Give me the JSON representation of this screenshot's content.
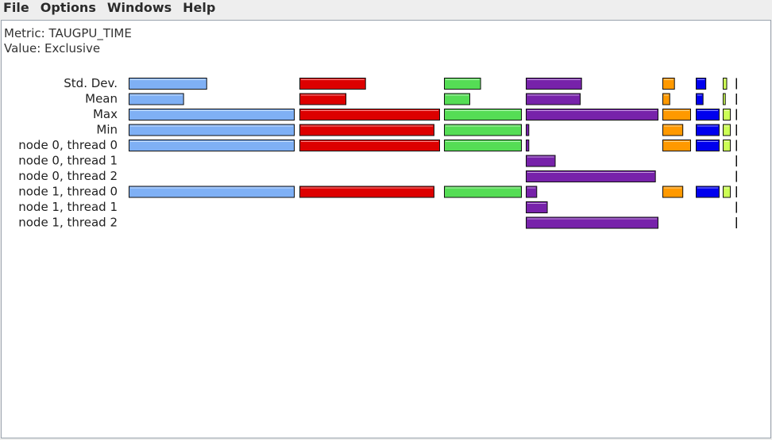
{
  "menu": {
    "items": [
      "File",
      "Options",
      "Windows",
      "Help"
    ]
  },
  "info": {
    "metric": "Metric: TAUGPU_TIME",
    "value": "Value: Exclusive"
  },
  "chart_data": {
    "type": "bar",
    "orientation": "horizontal",
    "layout": "stacked-columns-per-function",
    "title": "",
    "xlabel": "",
    "ylabel": "",
    "grid": false,
    "legend": "none",
    "categories": [
      "Std. Dev.",
      "Mean",
      "Max",
      "Min",
      "node 0, thread 0",
      "node 0, thread 1",
      "node 0, thread 2",
      "node 1, thread 0",
      "node 1, thread 1",
      "node 1, thread 2"
    ],
    "series": [
      {
        "color": "#7fb0f5",
        "max": 1.0,
        "values": [
          0.47,
          0.33,
          1.0,
          1.0,
          1.0,
          0,
          0,
          1.0,
          0,
          0
        ]
      },
      {
        "color": "#dd0000",
        "max": 1.0,
        "values": [
          0.47,
          0.33,
          1.0,
          0.96,
          1.0,
          0,
          0,
          0.96,
          0,
          0
        ]
      },
      {
        "color": "#55dd55",
        "max": 1.0,
        "values": [
          0.47,
          0.33,
          1.0,
          1.0,
          1.0,
          0,
          0,
          1.0,
          0,
          0
        ]
      },
      {
        "color": "#7722aa",
        "max": 1.0,
        "values": [
          0.42,
          0.41,
          1.0,
          0.02,
          0.02,
          0.22,
          0.98,
          0.08,
          0.16,
          1.0
        ]
      },
      {
        "color": "#ff9900",
        "max": 1.0,
        "values": [
          0.42,
          0.25,
          1.0,
          0.72,
          1.0,
          0,
          0,
          0.72,
          0,
          0
        ]
      },
      {
        "color": "#0000ee",
        "max": 1.0,
        "values": [
          0.42,
          0.3,
          1.0,
          1.0,
          1.0,
          0,
          0,
          1.0,
          0,
          0
        ]
      },
      {
        "color": "#ccff55",
        "max": 1.0,
        "values": [
          0.5,
          0.3,
          1.0,
          1.0,
          1.0,
          0,
          0,
          1.0,
          0,
          0
        ]
      },
      {
        "color": "#111111",
        "max": 1.0,
        "values": [
          1.0,
          1.0,
          1.0,
          1.0,
          1.0,
          1.0,
          1.0,
          1.0,
          1.0,
          1.0
        ]
      }
    ]
  }
}
